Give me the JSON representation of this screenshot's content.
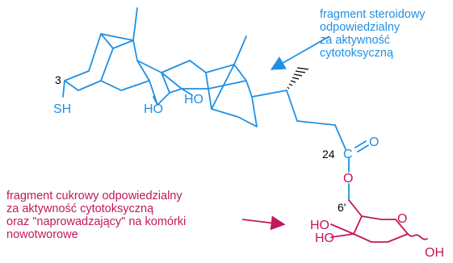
{
  "annotations": {
    "steroid": [
      "fragment steroidowy",
      "odpowiedzialny",
      "za aktywność",
      "cytotoksyczną"
    ],
    "sugar": [
      "fragment cukrowy odpowiedzialny",
      "za aktywność cytotoksyczną",
      "oraz \"naprowadzający\" na komórki",
      "nowotworowe"
    ]
  },
  "atoms": {
    "c3": "3",
    "sh": "SH",
    "ho_left": "HO",
    "ho_right": "HO",
    "c24": "24",
    "carbonyl_c": "C",
    "carbonyl_o": "O",
    "ester_o": "O",
    "c6prime": "6'",
    "ring_o": "O",
    "ho_upper": "HO",
    "ho_lower": "HO",
    "oh": "OH"
  },
  "colors": {
    "steroid": "#1e90e6",
    "sugar": "#c2185b",
    "bond": "#1e90e6",
    "label": "#000000"
  }
}
